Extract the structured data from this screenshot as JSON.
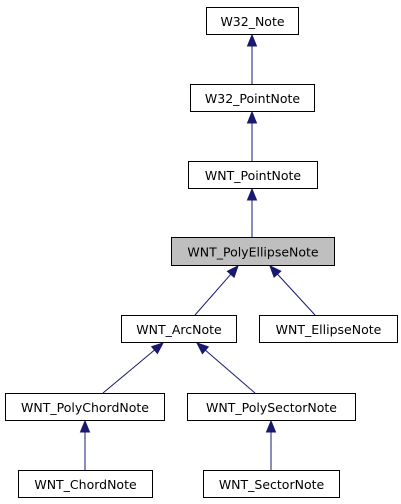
{
  "nodes": [
    {
      "id": "w32_note",
      "label": "W32_Note",
      "highlighted": false
    },
    {
      "id": "w32_pointnote",
      "label": "W32_PointNote",
      "highlighted": false
    },
    {
      "id": "wnt_pointnote",
      "label": "WNT_PointNote",
      "highlighted": false
    },
    {
      "id": "wnt_polyellipsenote",
      "label": "WNT_PolyEllipseNote",
      "highlighted": true
    },
    {
      "id": "wnt_arcnote",
      "label": "WNT_ArcNote",
      "highlighted": false
    },
    {
      "id": "wnt_ellipsenote",
      "label": "WNT_EllipseNote",
      "highlighted": false
    },
    {
      "id": "wnt_polychordnote",
      "label": "WNT_PolyChordNote",
      "highlighted": false
    },
    {
      "id": "wnt_polysectornote",
      "label": "WNT_PolySectorNote",
      "highlighted": false
    },
    {
      "id": "wnt_chordnote",
      "label": "WNT_ChordNote",
      "highlighted": false
    },
    {
      "id": "wnt_sectornote",
      "label": "WNT_SectorNote",
      "highlighted": false
    }
  ],
  "edges": [
    {
      "from": "w32_pointnote",
      "to": "w32_note"
    },
    {
      "from": "wnt_pointnote",
      "to": "w32_pointnote"
    },
    {
      "from": "wnt_polyellipsenote",
      "to": "wnt_pointnote"
    },
    {
      "from": "wnt_arcnote",
      "to": "wnt_polyellipsenote"
    },
    {
      "from": "wnt_ellipsenote",
      "to": "wnt_polyellipsenote"
    },
    {
      "from": "wnt_polychordnote",
      "to": "wnt_arcnote"
    },
    {
      "from": "wnt_polysectornote",
      "to": "wnt_arcnote"
    },
    {
      "from": "wnt_chordnote",
      "to": "wnt_polychordnote"
    },
    {
      "from": "wnt_sectornote",
      "to": "wnt_polysectornote"
    }
  ],
  "colors": {
    "edge": "#191970",
    "highlight_fill": "#bfbfbf",
    "node_fill": "#ffffff",
    "node_border": "#000000"
  }
}
